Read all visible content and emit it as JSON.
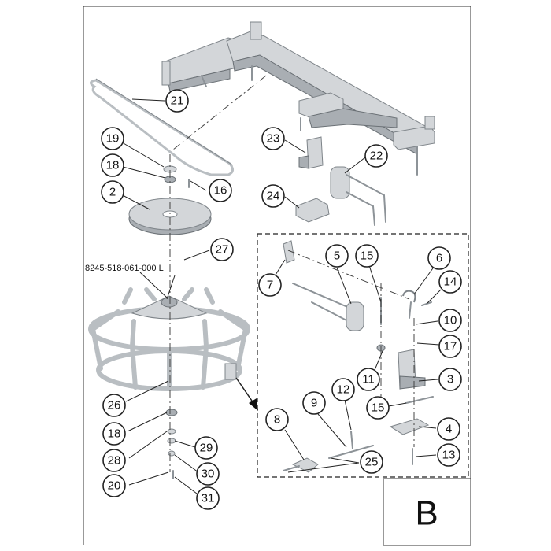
{
  "drawing": {
    "section_letter": "B",
    "reference_number": "8245-518-061-000 L"
  },
  "callouts": [
    {
      "label": "21"
    },
    {
      "label": "19"
    },
    {
      "label": "18"
    },
    {
      "label": "2"
    },
    {
      "label": "16"
    },
    {
      "label": "23"
    },
    {
      "label": "22"
    },
    {
      "label": "24"
    },
    {
      "label": "27"
    },
    {
      "label": "7"
    },
    {
      "label": "5"
    },
    {
      "label": "15"
    },
    {
      "label": "6"
    },
    {
      "label": "14"
    },
    {
      "label": "10"
    },
    {
      "label": "17"
    },
    {
      "label": "11"
    },
    {
      "label": "3"
    },
    {
      "label": "26"
    },
    {
      "label": "9"
    },
    {
      "label": "12"
    },
    {
      "label": "15"
    },
    {
      "label": "8"
    },
    {
      "label": "4"
    },
    {
      "label": "18"
    },
    {
      "label": "29"
    },
    {
      "label": "28"
    },
    {
      "label": "30"
    },
    {
      "label": "20"
    },
    {
      "label": "31"
    },
    {
      "label": "25"
    },
    {
      "label": "13"
    }
  ]
}
